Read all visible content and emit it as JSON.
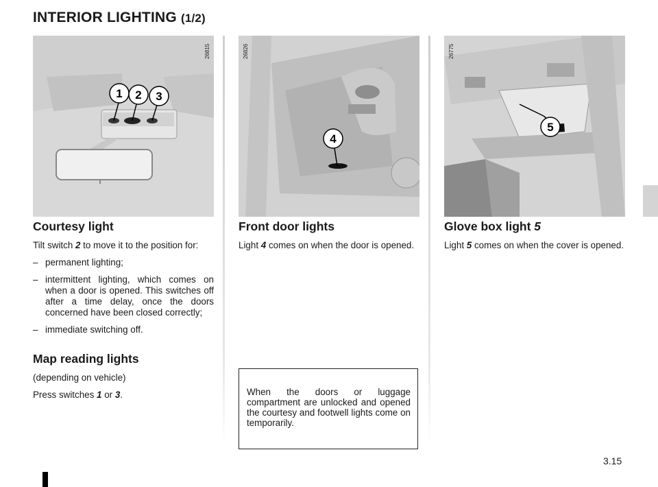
{
  "header": {
    "title": "INTERIOR LIGHTING",
    "title_part": "(1/2)"
  },
  "photos": [
    {
      "code": "26815",
      "labels": [
        "1",
        "2",
        "3"
      ]
    },
    {
      "code": "26826",
      "labels": [
        "4"
      ]
    },
    {
      "code": "26775",
      "labels": [
        "5"
      ]
    }
  ],
  "sections": {
    "courtesy": {
      "heading": "Courtesy light",
      "intro_before": "Tilt switch ",
      "intro_ref": "2",
      "intro_after": " to move it to the position for:",
      "items": [
        "permanent lighting;",
        "intermittent lighting, which comes on when a door is opened. This switches off after a time delay, once the doors concerned have been closed correctly;",
        "immediate switching off."
      ]
    },
    "map_reading": {
      "heading": "Map reading lights",
      "note": "(depending on vehicle)",
      "text_before": "Press switches ",
      "ref_a": "1",
      "text_mid": " or ",
      "ref_b": "3",
      "text_after": "."
    },
    "front_door": {
      "heading": "Front door lights",
      "text_before": "Light ",
      "ref": "4",
      "text_after": " comes on when the door is opened."
    },
    "glove_box": {
      "heading_text": "Glove box light ",
      "heading_ref": "5",
      "text_before": "Light ",
      "ref": "5",
      "text_after": " comes on when the cover is opened."
    }
  },
  "note_box": {
    "text": "When the doors or luggage compartment are unlocked and opened the courtesy and footwell lights come on temporarily."
  },
  "footer": {
    "page_number": "3.15"
  }
}
